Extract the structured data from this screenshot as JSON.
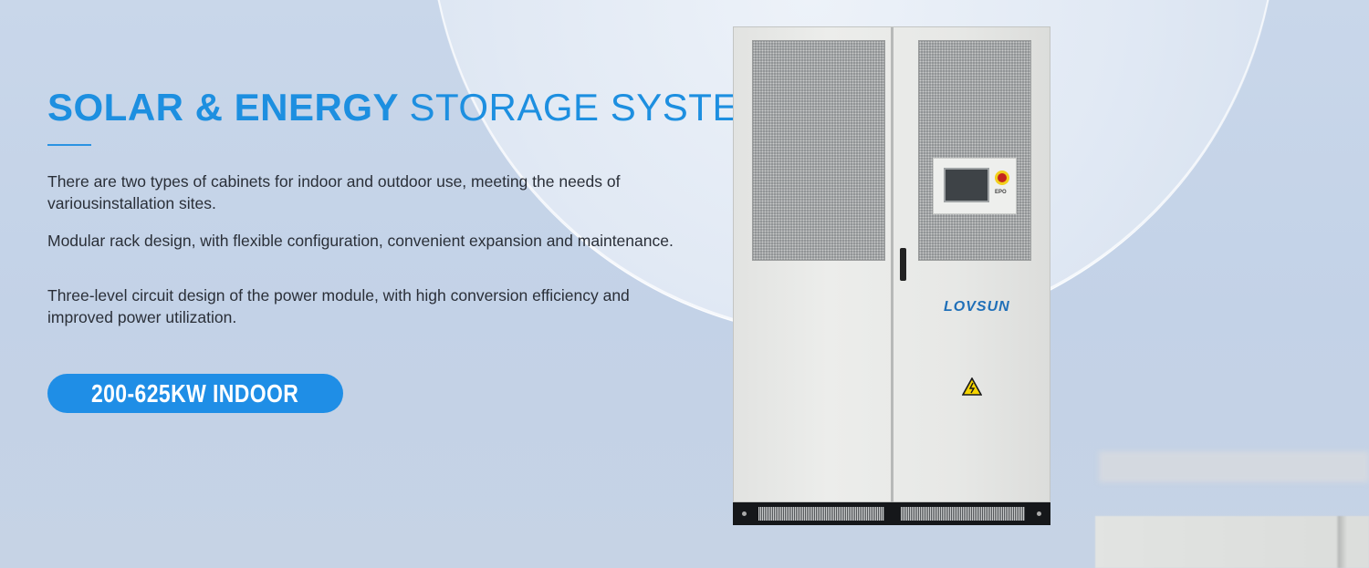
{
  "hero": {
    "title_bold": "SOLAR & ENERGY",
    "title_light": "STORAGE SYSTEM",
    "paragraphs": [
      "There are two types of cabinets for indoor and outdoor use, meeting the needs of variousinstallation sites.",
      "Modular rack design, with flexible configuration, convenient expansion and maintenance.",
      "Three-level circuit design of the power module, with high conversion efficiency and improved power utilization."
    ],
    "badge_label": "200-625KW INDOOR"
  },
  "product": {
    "brand_logo": "LOVSUN",
    "panel_label": "EPO",
    "icons": [
      "epo-stop-button-icon",
      "high-voltage-warning-icon"
    ]
  },
  "colors": {
    "accent": "#1f8ee6",
    "title": "#1d8fe0",
    "body_text": "#2a2f38",
    "background": "#c9d7ea"
  }
}
